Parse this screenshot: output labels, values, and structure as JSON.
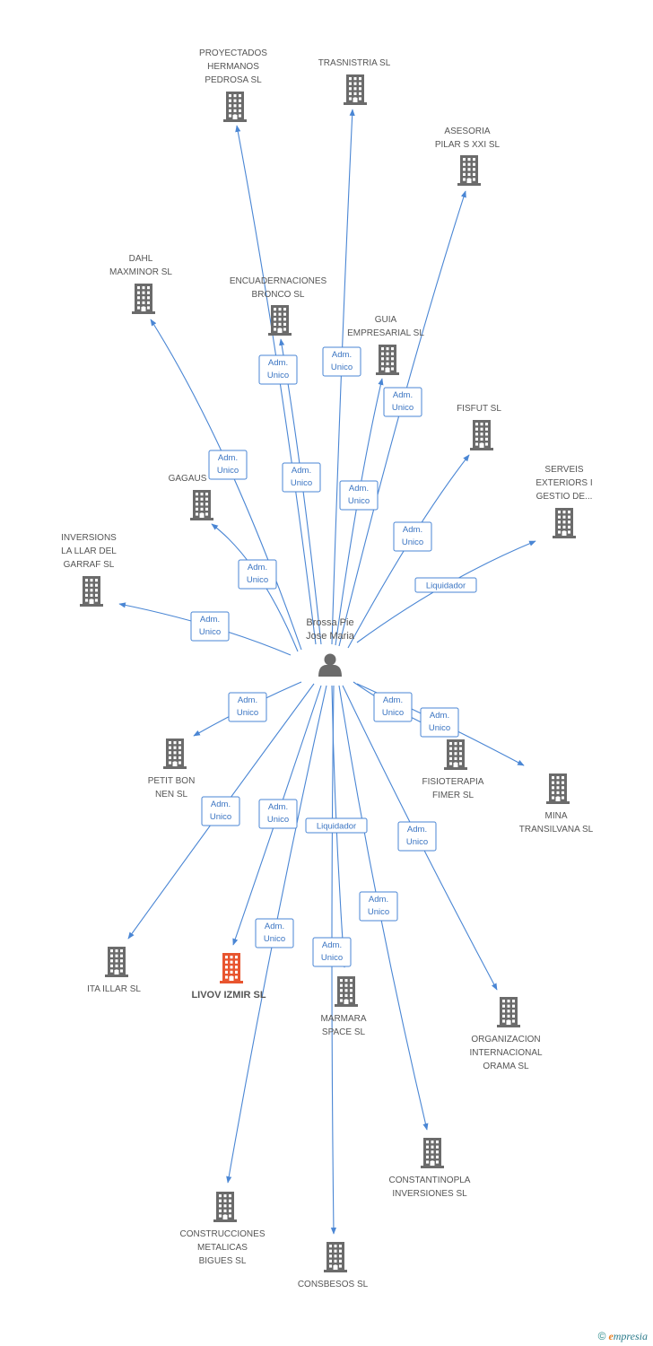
{
  "colors": {
    "edge": "#4a86d4",
    "building": "#6b6b6b",
    "building_highlight": "#e8552f",
    "person": "#6b6b6b"
  },
  "center": {
    "name_lines": [
      "Brossa Pie",
      "Jose Maria"
    ],
    "icon": "person-icon"
  },
  "companies": [
    {
      "id": "proyectados",
      "lines": [
        "PROYECTADOS",
        "HERMANOS",
        "PEDROSA SL"
      ],
      "icon": "building-icon"
    },
    {
      "id": "trasnistria",
      "lines": [
        "TRASNISTRIA SL"
      ],
      "icon": "building-icon"
    },
    {
      "id": "asesoria",
      "lines": [
        "ASESORIA",
        "PILAR S XXI SL"
      ],
      "icon": "building-icon"
    },
    {
      "id": "dahl",
      "lines": [
        "DAHL",
        "MAXMINOR SL"
      ],
      "icon": "building-icon"
    },
    {
      "id": "encuadernaciones",
      "lines": [
        "ENCUADERNACIONES",
        "BRONCO SL"
      ],
      "icon": "building-icon"
    },
    {
      "id": "guia",
      "lines": [
        "GUIA",
        "EMPRESARIAL SL"
      ],
      "icon": "building-icon"
    },
    {
      "id": "fisfut",
      "lines": [
        "FISFUT SL"
      ],
      "icon": "building-icon"
    },
    {
      "id": "gagaus",
      "lines": [
        "GAGAUS"
      ],
      "icon": "building-icon"
    },
    {
      "id": "serveis",
      "lines": [
        "SERVEIS",
        "EXTERIORS I",
        "GESTIO DE..."
      ],
      "icon": "building-icon"
    },
    {
      "id": "inversions",
      "lines": [
        "INVERSIONS",
        "LA LLAR DEL",
        "GARRAF SL"
      ],
      "icon": "building-icon"
    },
    {
      "id": "petitbon",
      "lines": [
        "PETIT BON",
        "NEN SL"
      ],
      "icon": "building-icon"
    },
    {
      "id": "fisioterapia",
      "lines": [
        "FISIOTERAPIA",
        "FIMER SL"
      ],
      "icon": "building-icon"
    },
    {
      "id": "mina",
      "lines": [
        "MINA",
        "TRANSILVANA SL"
      ],
      "icon": "building-icon"
    },
    {
      "id": "itaillar",
      "lines": [
        "ITA ILLAR SL"
      ],
      "icon": "building-icon"
    },
    {
      "id": "livov",
      "lines": [
        "LIVOV IZMIR SL"
      ],
      "icon": "building-icon",
      "highlight": true
    },
    {
      "id": "marmara",
      "lines": [
        "MARMARA",
        "SPACE SL"
      ],
      "icon": "building-icon"
    },
    {
      "id": "organizacion",
      "lines": [
        "ORGANIZACION",
        "INTERNACIONAL",
        "ORAMA SL"
      ],
      "icon": "building-icon"
    },
    {
      "id": "constantinopla",
      "lines": [
        "CONSTANTINOPLA",
        "INVERSIONES SL"
      ],
      "icon": "building-icon"
    },
    {
      "id": "construcciones",
      "lines": [
        "CONSTRUCCIONES",
        "METALICAS",
        "BIGUES SL"
      ],
      "icon": "building-icon"
    },
    {
      "id": "consbesos",
      "lines": [
        "CONSBESOS SL"
      ],
      "icon": "building-icon"
    }
  ],
  "relations": [
    {
      "to": "proyectados",
      "lines": [
        "Adm.",
        "Unico"
      ]
    },
    {
      "to": "trasnistria",
      "lines": [
        "Adm.",
        "Unico"
      ]
    },
    {
      "to": "asesoria",
      "lines": [
        "Adm.",
        "Unico"
      ]
    },
    {
      "to": "dahl",
      "lines": [
        "Adm.",
        "Unico"
      ]
    },
    {
      "to": "encuadernaciones",
      "lines": [
        "Adm.",
        "Unico"
      ]
    },
    {
      "to": "guia",
      "lines": [
        "Adm.",
        "Unico"
      ]
    },
    {
      "to": "fisfut",
      "lines": [
        "Adm.",
        "Unico"
      ]
    },
    {
      "to": "gagaus",
      "lines": [
        "Adm.",
        "Unico"
      ]
    },
    {
      "to": "serveis",
      "lines": [
        "Liquidador"
      ]
    },
    {
      "to": "inversions",
      "lines": [
        "Adm.",
        "Unico"
      ]
    },
    {
      "to": "petitbon",
      "lines": [
        "Adm.",
        "Unico"
      ]
    },
    {
      "to": "fisioterapia",
      "lines": [
        "Adm.",
        "Unico"
      ]
    },
    {
      "to": "mina",
      "lines": [
        "Adm.",
        "Unico"
      ]
    },
    {
      "to": "itaillar",
      "lines": [
        "Adm.",
        "Unico"
      ]
    },
    {
      "to": "livov",
      "lines": [
        "Adm.",
        "Unico"
      ]
    },
    {
      "to": "marmara",
      "lines": [
        "Liquidador"
      ]
    },
    {
      "to": "organizacion",
      "lines": [
        "Adm.",
        "Unico"
      ]
    },
    {
      "to": "constantinopla",
      "lines": [
        "Adm.",
        "Unico"
      ]
    },
    {
      "to": "construcciones",
      "lines": [
        "Adm.",
        "Unico"
      ]
    },
    {
      "to": "consbesos",
      "lines": [
        "Adm.",
        "Unico"
      ]
    }
  ],
  "footer": {
    "copyright": "©",
    "brand_initial": "e",
    "brand_rest": "mpresia"
  }
}
